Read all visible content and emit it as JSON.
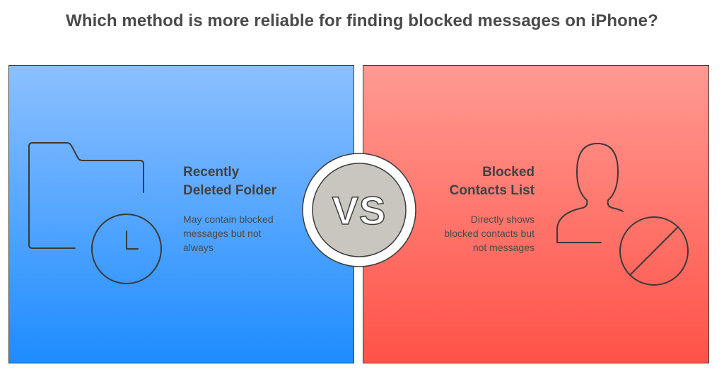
{
  "title": "Which method is more reliable for finding blocked messages on iPhone?",
  "vs_label": "VS",
  "left": {
    "heading_line1": "Recently",
    "heading_line2": "Deleted Folder",
    "desc_line1": "May contain blocked",
    "desc_line2": "messages but not",
    "desc_line3": "always",
    "icon": "folder-clock-icon",
    "color": "#3d9bff"
  },
  "right": {
    "heading_line1": "Blocked",
    "heading_line2": "Contacts List",
    "desc_line1": "Directly shows",
    "desc_line2": "blocked contacts but",
    "desc_line3": "not messages",
    "icon": "blocked-user-icon",
    "color": "#ff6a60"
  }
}
